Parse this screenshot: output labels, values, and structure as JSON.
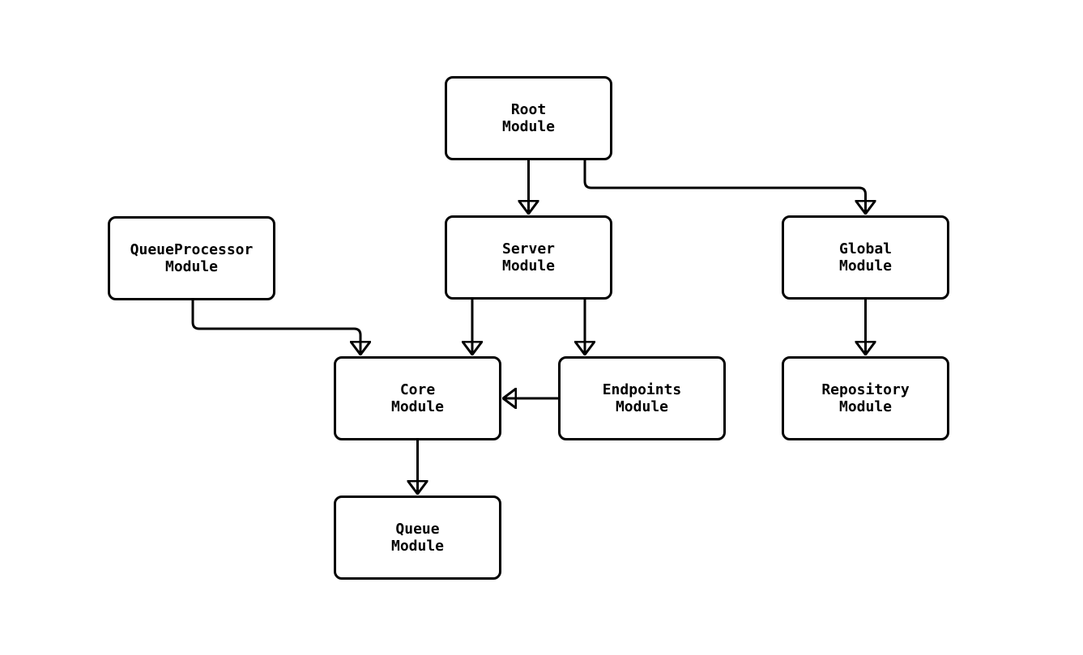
{
  "diagram": {
    "type": "module-dependency-flowchart",
    "background_color": "#ffffff",
    "node_fill": "#ffffff",
    "node_border_color": "#000000",
    "edge_color": "#000000",
    "text_color": "#000000",
    "nodes": [
      {
        "id": "root",
        "label": "Root\nModule"
      },
      {
        "id": "queueprocessor",
        "label": "QueueProcessor\nModule"
      },
      {
        "id": "server",
        "label": "Server\nModule"
      },
      {
        "id": "global",
        "label": "Global\nModule"
      },
      {
        "id": "core",
        "label": "Core\nModule"
      },
      {
        "id": "endpoints",
        "label": "Endpoints\nModule"
      },
      {
        "id": "repository",
        "label": "Repository\nModule"
      },
      {
        "id": "queue",
        "label": "Queue\nModule"
      }
    ],
    "edges": [
      {
        "from": "Root Module",
        "to": "Server Module"
      },
      {
        "from": "Root Module",
        "to": "Global Module"
      },
      {
        "from": "QueueProcessor Module",
        "to": "Core Module"
      },
      {
        "from": "Server Module",
        "to": "Core Module"
      },
      {
        "from": "Server Module",
        "to": "Endpoints Module"
      },
      {
        "from": "Endpoints Module",
        "to": "Core Module"
      },
      {
        "from": "Global Module",
        "to": "Repository Module"
      },
      {
        "from": "Core Module",
        "to": "Queue Module"
      }
    ]
  }
}
